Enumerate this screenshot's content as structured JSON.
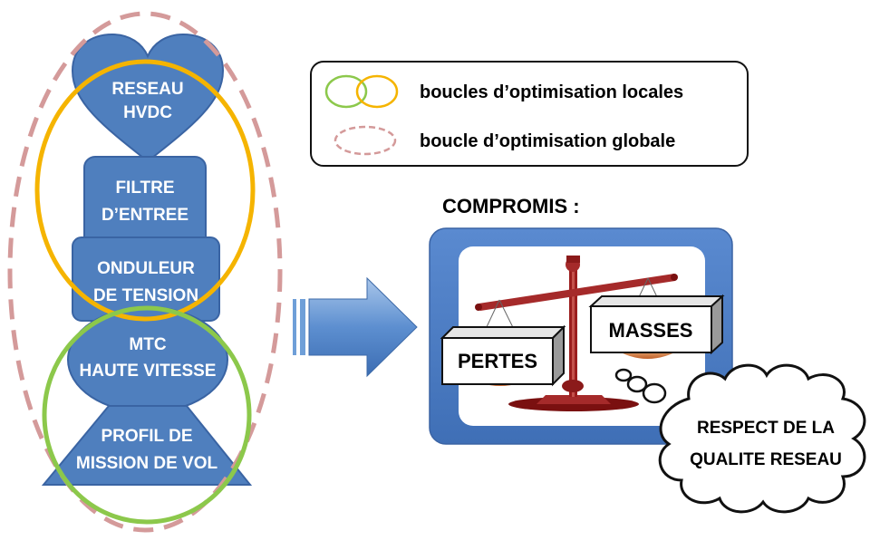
{
  "blocks": {
    "reseau": [
      "RESEAU",
      "HVDC"
    ],
    "filtre": [
      "FILTRE",
      "D’ENTREE"
    ],
    "onduleur": [
      "ONDULEUR",
      "DE TENSION"
    ],
    "mtc": [
      "MTC",
      "HAUTE VITESSE"
    ],
    "profil": [
      "PROFIL DE",
      "MISSION DE VOL"
    ]
  },
  "legend": {
    "local_label": "boucles d’optimisation locales",
    "global_label": "boucle d’optimisation globale"
  },
  "compromise": {
    "title": "COMPROMIS :",
    "left_box": "PERTES",
    "right_box": "MASSES",
    "thought": [
      "RESPECT DE LA",
      "QUALITE RESEAU"
    ]
  },
  "colors": {
    "block_fill": "#4f7fbe",
    "local_loop_upper": "#f5b400",
    "local_loop_lower": "#8cc84b",
    "global_loop": "#d49a9a",
    "frame": "#4a78c0",
    "scale": "#8b1a1a"
  }
}
